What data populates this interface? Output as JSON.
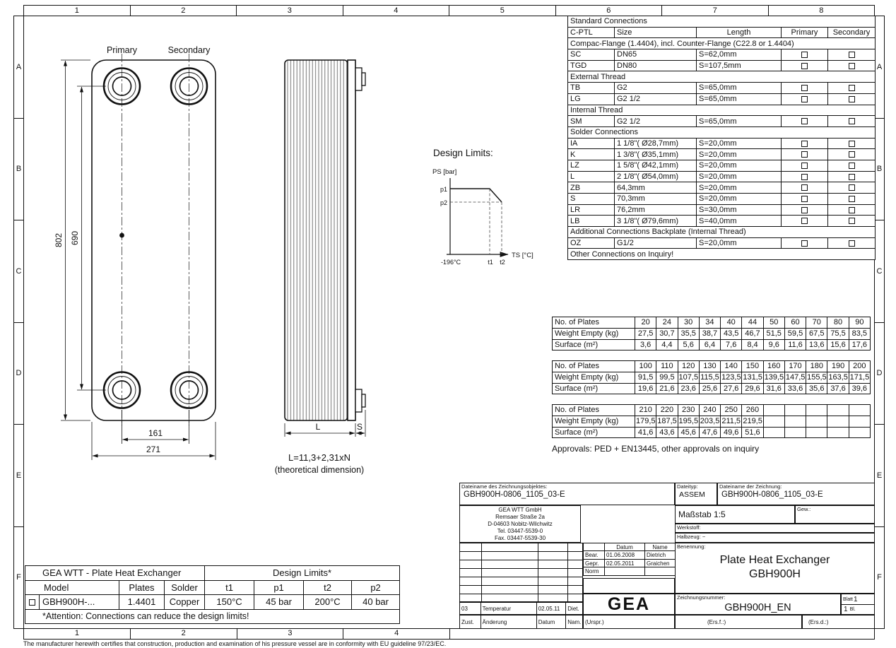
{
  "frame": {
    "cols": [
      "1",
      "2",
      "3",
      "4",
      "5",
      "6",
      "7",
      "8"
    ],
    "cols_bottom": [
      "1",
      "2",
      "3",
      "4"
    ],
    "rows": [
      "A",
      "B",
      "C",
      "D",
      "E",
      "F"
    ]
  },
  "front_view": {
    "primary_label": "Primary",
    "secondary_label": "Secondary",
    "dim_overall_height": "802",
    "dim_port_height": "690",
    "dim_port_width": "161",
    "dim_overall_width": "271"
  },
  "side_view": {
    "dim_length": "L",
    "dim_stub": "S",
    "formula": "L=11,3+2,31xN",
    "formula_note": "(theoretical dimension)"
  },
  "design_limits": {
    "title": "Design Limits:",
    "ylabel": "PS [bar]",
    "xlabel": "TS [°C]",
    "p1": "p1",
    "p2": "p2",
    "t_min": "-196°C",
    "t1": "t1",
    "t2": "t2"
  },
  "connections": {
    "title": "Standard Connections",
    "headers": {
      "code": "C-PTL",
      "size": "Size",
      "length": "Length",
      "primary": "Primary",
      "secondary": "Secondary"
    },
    "sections": {
      "flange": "Compac-Flange (1.4404), incl. Counter-Flange (C22.8 or 1.4404)",
      "external": "External Thread",
      "internal": "Internal Thread",
      "solder": "Solder Connections",
      "backplate": "Additional Connections Backplate (Internal Thread)"
    },
    "groups": {
      "flange": [
        {
          "code": "SC",
          "size": "DN65",
          "length": "S=62,0mm"
        },
        {
          "code": "TGD",
          "size": "DN80",
          "length": "S=107,5mm"
        }
      ],
      "external": [
        {
          "code": "TB",
          "size": "G2",
          "length": "S=65,0mm"
        },
        {
          "code": "LG",
          "size": "G2 1/2",
          "length": "S=65,0mm"
        }
      ],
      "internal": [
        {
          "code": "SM",
          "size": "G2 1/2",
          "length": "S=65,0mm"
        }
      ],
      "solder": [
        {
          "code": "IA",
          "size": "1 1/8\"( Ø28,7mm)",
          "length": "S=20,0mm"
        },
        {
          "code": "K",
          "size": "1 3/8\"( Ø35,1mm)",
          "length": "S=20,0mm"
        },
        {
          "code": "LZ",
          "size": "1 5/8\"( Ø42,1mm)",
          "length": "S=20,0mm"
        },
        {
          "code": "L",
          "size": "2 1/8\"( Ø54,0mm)",
          "length": "S=20,0mm"
        },
        {
          "code": "ZB",
          "size": "64,3mm",
          "length": "S=20,0mm"
        },
        {
          "code": "S",
          "size": "70,3mm",
          "length": "S=20,0mm"
        },
        {
          "code": "LR",
          "size": "76,2mm",
          "length": "S=30,0mm"
        },
        {
          "code": "LB",
          "size": "3 1/8\"( Ø79,6mm)",
          "length": "S=40,0mm"
        }
      ],
      "backplate": [
        {
          "code": "OZ",
          "size": "G1/2",
          "length": "S=20,0mm"
        }
      ]
    },
    "footer": "Other Connections on Inquiry!"
  },
  "plates": {
    "tables": [
      {
        "rows": [
          [
            "No. of Plates",
            "20",
            "24",
            "30",
            "34",
            "40",
            "44",
            "50",
            "60",
            "70",
            "80",
            "90"
          ],
          [
            "Weight Empty (kg)",
            "27,5",
            "30,7",
            "35,5",
            "38,7",
            "43,5",
            "46,7",
            "51,5",
            "59,5",
            "67,5",
            "75,5",
            "83,5"
          ],
          [
            "Surface (m²)",
            "3,6",
            "4,4",
            "5,6",
            "6,4",
            "7,6",
            "8,4",
            "9,6",
            "11,6",
            "13,6",
            "15,6",
            "17,6"
          ]
        ]
      },
      {
        "rows": [
          [
            "No. of Plates",
            "100",
            "110",
            "120",
            "130",
            "140",
            "150",
            "160",
            "170",
            "180",
            "190",
            "200"
          ],
          [
            "Weight Empty (kg)",
            "91,5",
            "99,5",
            "107,5",
            "115,5",
            "123,5",
            "131,5",
            "139,5",
            "147,5",
            "155,5",
            "163,5",
            "171,5"
          ],
          [
            "Surface (m²)",
            "19,6",
            "21,6",
            "23,6",
            "25,6",
            "27,6",
            "29,6",
            "31,6",
            "33,6",
            "35,6",
            "37,6",
            "39,6"
          ]
        ]
      },
      {
        "rows": [
          [
            "No. of Plates",
            "210",
            "220",
            "230",
            "240",
            "250",
            "260",
            "",
            "",
            "",
            "",
            ""
          ],
          [
            "Weight Empty (kg)",
            "179,5",
            "187,5",
            "195,5",
            "203,5",
            "211,5",
            "219,5",
            "",
            "",
            "",
            "",
            ""
          ],
          [
            "Surface (m²)",
            "41,6",
            "43,6",
            "45,6",
            "47,6",
            "49,6",
            "51,6",
            "",
            "",
            "",
            "",
            ""
          ]
        ]
      }
    ],
    "approvals": "Approvals: PED + EN13445, other approvals on inquiry"
  },
  "title_block": {
    "file_object_label": "Dateiname des Zeichnungsobjektes:",
    "file_object_value": "GBH900H-0806_1105_03-E",
    "file_type_label": "Dateityp:",
    "file_type_value": "ASSEM",
    "file_drawing_label": "Dateiname der Zeichnung:",
    "file_drawing_value": "GBH900H-0806_1105_03-E",
    "company_lines": [
      "GEA WTT GmbH",
      "Remsaer Straße 2a",
      "D-04603 Nobitz-Wilchwitz",
      "Tel. 03447-5539-0",
      "Fax. 03447-5539-30"
    ],
    "scale": "Maßstab 1:5",
    "weight_label": "Gew.:",
    "material_label": "Werkstoff:",
    "semi_finished_label": "Halbzeug: ~",
    "approval_table": {
      "datum_header": "Datum",
      "name_header": "Name",
      "rows": [
        {
          "role": "Bear.",
          "date": "01.06.2008",
          "name": "Dietrich"
        },
        {
          "role": "Gepr.",
          "date": "02.05.2011",
          "name": "Graichen"
        },
        {
          "role": "Norm",
          "date": "",
          "name": ""
        }
      ]
    },
    "benennung_label": "Benennung:",
    "title_line1": "Plate Heat Exchanger",
    "title_line2": "GBH900H",
    "drawing_number_label": "Zeichnungsnummer:",
    "drawing_number": "GBH900H_EN",
    "sheet_label": "Blatt",
    "sheet_number": "1",
    "sheet_total": "1",
    "sheet_total_suffix": "Bl.",
    "revision_entry": {
      "zust": "03",
      "change": "Temperatur",
      "date": "02.05.11",
      "name": "Diet."
    },
    "revision_headers": {
      "zust": "Zust.",
      "change": "Änderung",
      "date": "Datum",
      "name": "Nam.",
      "urspr": "(Urspr.)",
      "ers_f": "(Ers.f.:)",
      "ers_d": "(Ers.d.:)"
    },
    "logo_text": "GEA"
  },
  "model_table": {
    "header_left": "GEA WTT - Plate Heat Exchanger",
    "header_right": "Design Limits*",
    "columns": {
      "model": "Model",
      "plates": "Plates",
      "solder": "Solder",
      "t1": "t1",
      "p1": "p1",
      "t2": "t2",
      "p2": "p2"
    },
    "row": {
      "model": "GBH900H-...",
      "plates": "1.4401",
      "solder": "Copper",
      "t1": "150°C",
      "p1": "45 bar",
      "t2": "200°C",
      "p2": "40 bar"
    },
    "note": "*Attention: Connections can reduce the design limits!"
  },
  "footer": {
    "certification": "The manufacturer herewith certifies that construction, production and examination of his pressure vessel are in conformity with EU guideline 97/23/EC."
  }
}
